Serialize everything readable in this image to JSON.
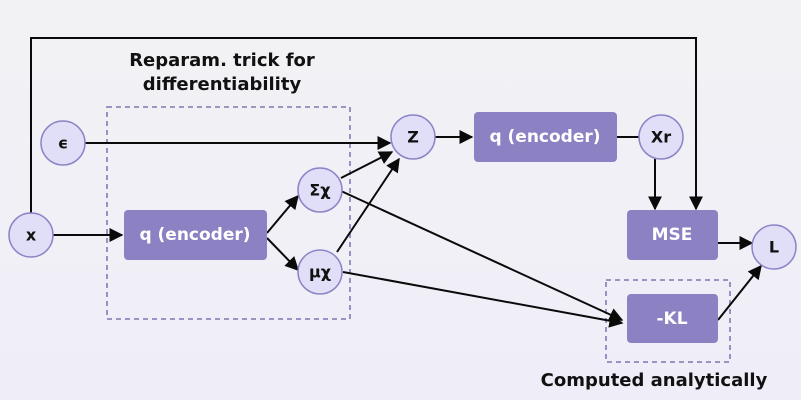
{
  "diagram": {
    "title": "VAE reparameterization trick diagram",
    "annotations": {
      "reparam_line1": "Reparam. trick for",
      "reparam_line2": "differentiability",
      "analytic": "Computed analytically"
    },
    "nodes": {
      "x": "x",
      "epsilon": "ϵ",
      "sigma": "Σχ",
      "mu": "μχ",
      "z": "Z",
      "xr": "Xr",
      "loss": "L"
    },
    "boxes": {
      "encoder_1": "q (encoder)",
      "encoder_2": "q (encoder)",
      "mse": "MSE",
      "kl": "-KL"
    },
    "colors": {
      "node_fill": "#e0dff7",
      "node_stroke": "#8b84c6",
      "box_fill": "#8c82c3",
      "dashed_border": "#8f88bb"
    }
  }
}
